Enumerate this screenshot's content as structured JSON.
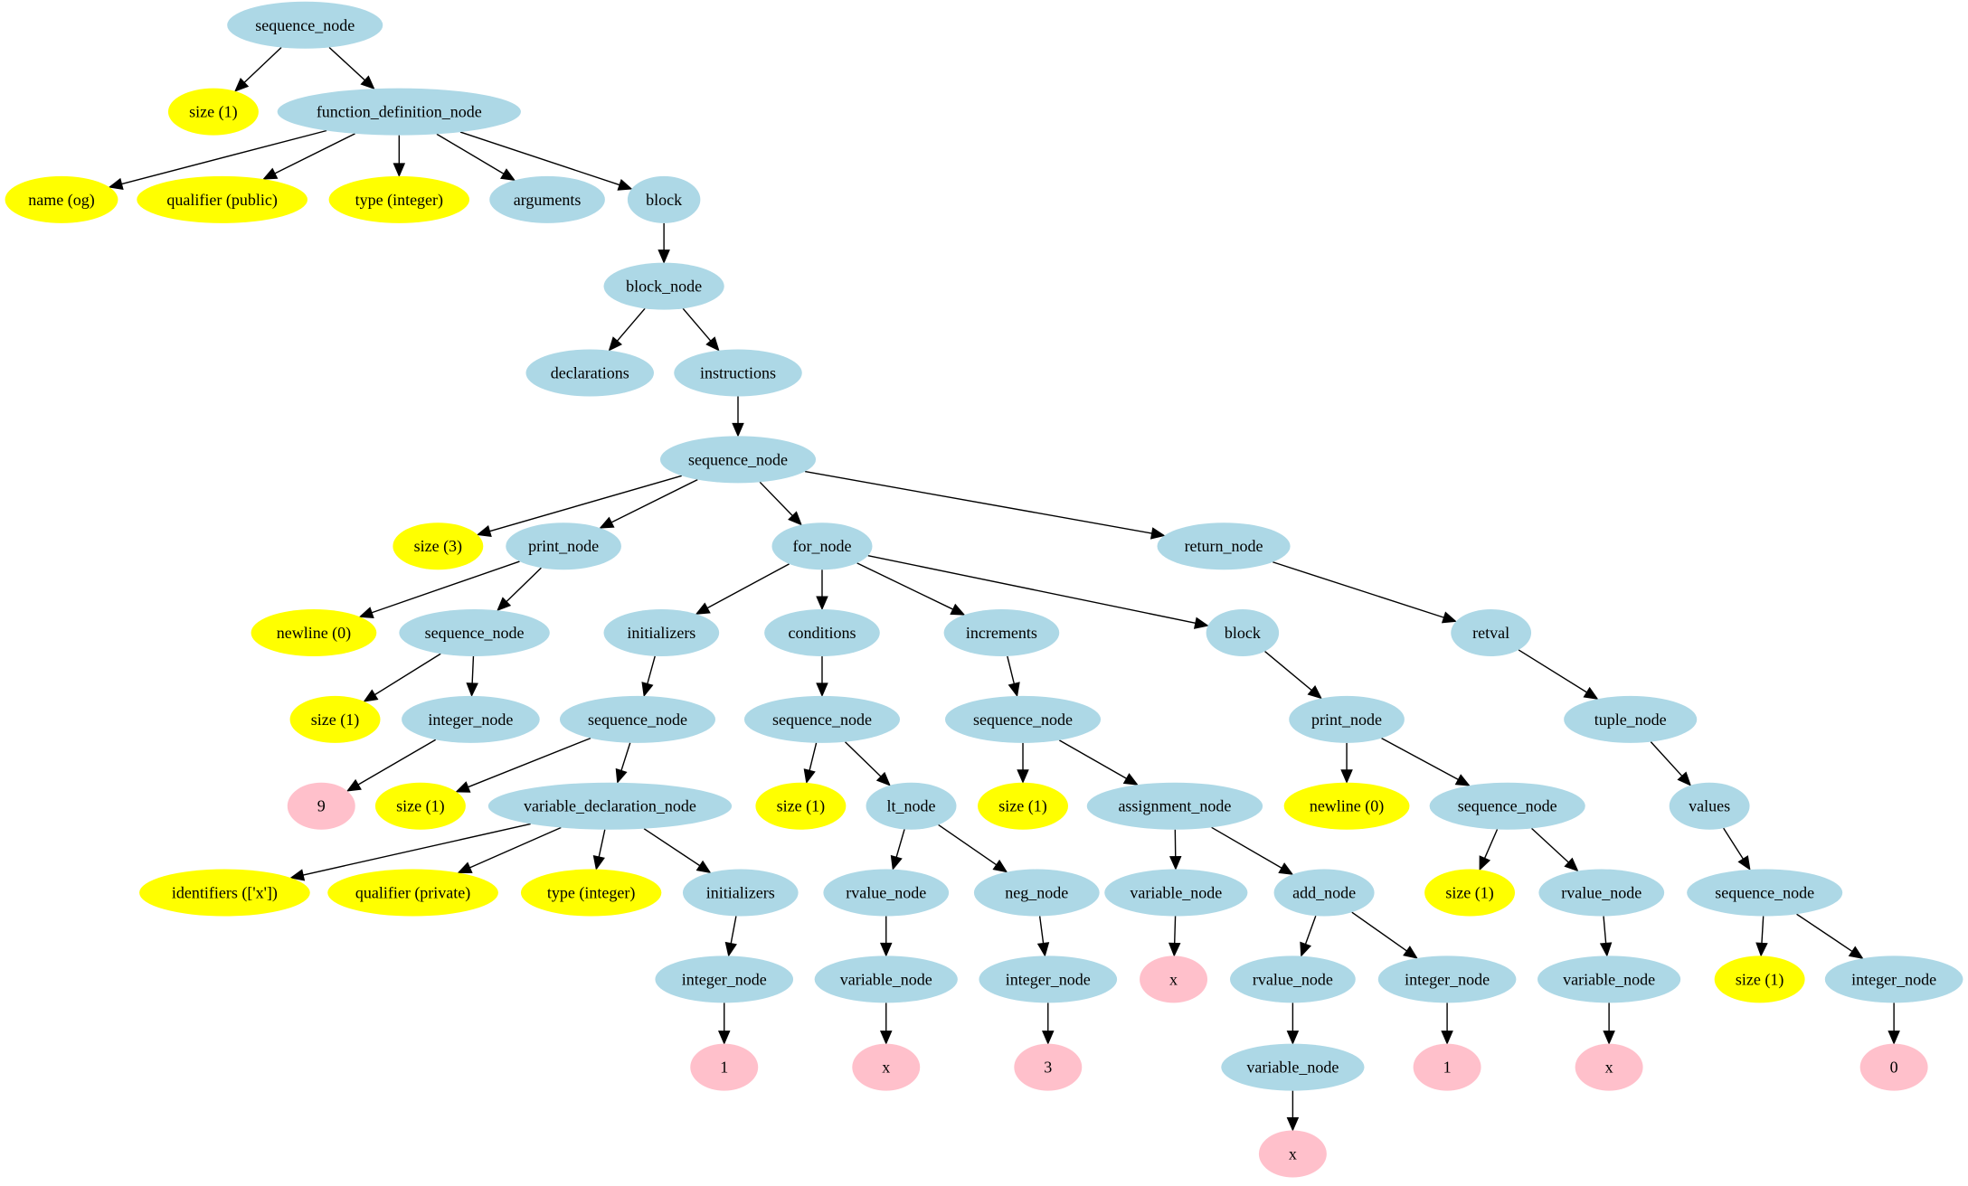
{
  "colors": {
    "node": "#add8e6",
    "attribute": "#ffff00",
    "literal": "#ffc0cb",
    "edge": "#000000"
  },
  "nodes": [
    {
      "id": "n_seq_root",
      "label": "sequence_node",
      "kind": "node"
    },
    {
      "id": "n_size_root",
      "label": "size (1)",
      "kind": "attribute"
    },
    {
      "id": "n_funcdef",
      "label": "function_definition_node",
      "kind": "node"
    },
    {
      "id": "n_name",
      "label": "name (og)",
      "kind": "attribute"
    },
    {
      "id": "n_qual_pub",
      "label": "qualifier (public)",
      "kind": "attribute"
    },
    {
      "id": "n_type_int",
      "label": "type (integer)",
      "kind": "attribute"
    },
    {
      "id": "n_arguments",
      "label": "arguments",
      "kind": "node"
    },
    {
      "id": "n_block",
      "label": "block",
      "kind": "node"
    },
    {
      "id": "n_block_node",
      "label": "block_node",
      "kind": "node"
    },
    {
      "id": "n_declarations",
      "label": "declarations",
      "kind": "node"
    },
    {
      "id": "n_instructions",
      "label": "instructions",
      "kind": "node"
    },
    {
      "id": "n_seq_main",
      "label": "sequence_node",
      "kind": "node"
    },
    {
      "id": "n_size3",
      "label": "size (3)",
      "kind": "attribute"
    },
    {
      "id": "n_print1",
      "label": "print_node",
      "kind": "node"
    },
    {
      "id": "n_for",
      "label": "for_node",
      "kind": "node"
    },
    {
      "id": "n_return",
      "label": "return_node",
      "kind": "node"
    },
    {
      "id": "n_newline1",
      "label": "newline (0)",
      "kind": "attribute"
    },
    {
      "id": "n_seq_p1",
      "label": "sequence_node",
      "kind": "node"
    },
    {
      "id": "n_initializers",
      "label": "initializers",
      "kind": "node"
    },
    {
      "id": "n_conditions",
      "label": "conditions",
      "kind": "node"
    },
    {
      "id": "n_increments",
      "label": "increments",
      "kind": "node"
    },
    {
      "id": "n_for_block",
      "label": "block",
      "kind": "node"
    },
    {
      "id": "n_retval",
      "label": "retval",
      "kind": "node"
    },
    {
      "id": "n_size_p1",
      "label": "size (1)",
      "kind": "attribute"
    },
    {
      "id": "n_int_p1",
      "label": "integer_node",
      "kind": "node"
    },
    {
      "id": "n_seq_init",
      "label": "sequence_node",
      "kind": "node"
    },
    {
      "id": "n_seq_cond",
      "label": "sequence_node",
      "kind": "node"
    },
    {
      "id": "n_seq_inc",
      "label": "sequence_node",
      "kind": "node"
    },
    {
      "id": "n_print2",
      "label": "print_node",
      "kind": "node"
    },
    {
      "id": "n_tuple",
      "label": "tuple_node",
      "kind": "node"
    },
    {
      "id": "n_lit9",
      "label": "9",
      "kind": "literal"
    },
    {
      "id": "n_size_init",
      "label": "size (1)",
      "kind": "attribute"
    },
    {
      "id": "n_vardecl",
      "label": "variable_declaration_node",
      "kind": "node"
    },
    {
      "id": "n_size_cond",
      "label": "size (1)",
      "kind": "attribute"
    },
    {
      "id": "n_lt",
      "label": "lt_node",
      "kind": "node"
    },
    {
      "id": "n_size_inc",
      "label": "size (1)",
      "kind": "attribute"
    },
    {
      "id": "n_assign",
      "label": "assignment_node",
      "kind": "node"
    },
    {
      "id": "n_newline2",
      "label": "newline (0)",
      "kind": "attribute"
    },
    {
      "id": "n_seq_p2",
      "label": "sequence_node",
      "kind": "node"
    },
    {
      "id": "n_values",
      "label": "values",
      "kind": "node"
    },
    {
      "id": "n_identifiers",
      "label": "identifiers (['x'])",
      "kind": "attribute"
    },
    {
      "id": "n_qual_priv",
      "label": "qualifier (private)",
      "kind": "attribute"
    },
    {
      "id": "n_type_int2",
      "label": "type (integer)",
      "kind": "attribute"
    },
    {
      "id": "n_var_inits",
      "label": "initializers",
      "kind": "node"
    },
    {
      "id": "n_rvalue1",
      "label": "rvalue_node",
      "kind": "node"
    },
    {
      "id": "n_neg",
      "label": "neg_node",
      "kind": "node"
    },
    {
      "id": "n_var_assign",
      "label": "variable_node",
      "kind": "node"
    },
    {
      "id": "n_add",
      "label": "add_node",
      "kind": "node"
    },
    {
      "id": "n_size_p2",
      "label": "size (1)",
      "kind": "attribute"
    },
    {
      "id": "n_rvalue_p2",
      "label": "rvalue_node",
      "kind": "node"
    },
    {
      "id": "n_seq_vals",
      "label": "sequence_node",
      "kind": "node"
    },
    {
      "id": "n_int_init",
      "label": "integer_node",
      "kind": "node"
    },
    {
      "id": "n_var_lt",
      "label": "variable_node",
      "kind": "node"
    },
    {
      "id": "n_int_neg",
      "label": "integer_node",
      "kind": "node"
    },
    {
      "id": "n_lit_x_assign",
      "label": "x",
      "kind": "literal"
    },
    {
      "id": "n_rvalue_add",
      "label": "rvalue_node",
      "kind": "node"
    },
    {
      "id": "n_int_add",
      "label": "integer_node",
      "kind": "node"
    },
    {
      "id": "n_var_p2",
      "label": "variable_node",
      "kind": "node"
    },
    {
      "id": "n_size_vals",
      "label": "size (1)",
      "kind": "attribute"
    },
    {
      "id": "n_int_vals",
      "label": "integer_node",
      "kind": "node"
    },
    {
      "id": "n_lit1_init",
      "label": "1",
      "kind": "literal"
    },
    {
      "id": "n_lit_x_lt",
      "label": "x",
      "kind": "literal"
    },
    {
      "id": "n_lit3",
      "label": "3",
      "kind": "literal"
    },
    {
      "id": "n_var_add",
      "label": "variable_node",
      "kind": "node"
    },
    {
      "id": "n_lit1_add",
      "label": "1",
      "kind": "literal"
    },
    {
      "id": "n_lit_x_p2",
      "label": "x",
      "kind": "literal"
    },
    {
      "id": "n_lit0",
      "label": "0",
      "kind": "literal"
    },
    {
      "id": "n_lit_x_add",
      "label": "x",
      "kind": "literal"
    }
  ],
  "edges": [
    [
      "n_seq_root",
      "n_size_root"
    ],
    [
      "n_seq_root",
      "n_funcdef"
    ],
    [
      "n_funcdef",
      "n_name"
    ],
    [
      "n_funcdef",
      "n_qual_pub"
    ],
    [
      "n_funcdef",
      "n_type_int"
    ],
    [
      "n_funcdef",
      "n_arguments"
    ],
    [
      "n_funcdef",
      "n_block"
    ],
    [
      "n_block",
      "n_block_node"
    ],
    [
      "n_block_node",
      "n_declarations"
    ],
    [
      "n_block_node",
      "n_instructions"
    ],
    [
      "n_instructions",
      "n_seq_main"
    ],
    [
      "n_seq_main",
      "n_size3"
    ],
    [
      "n_seq_main",
      "n_print1"
    ],
    [
      "n_seq_main",
      "n_for"
    ],
    [
      "n_seq_main",
      "n_return"
    ],
    [
      "n_print1",
      "n_newline1"
    ],
    [
      "n_print1",
      "n_seq_p1"
    ],
    [
      "n_seq_p1",
      "n_size_p1"
    ],
    [
      "n_seq_p1",
      "n_int_p1"
    ],
    [
      "n_int_p1",
      "n_lit9"
    ],
    [
      "n_for",
      "n_initializers"
    ],
    [
      "n_for",
      "n_conditions"
    ],
    [
      "n_for",
      "n_increments"
    ],
    [
      "n_for",
      "n_for_block"
    ],
    [
      "n_initializers",
      "n_seq_init"
    ],
    [
      "n_seq_init",
      "n_size_init"
    ],
    [
      "n_seq_init",
      "n_vardecl"
    ],
    [
      "n_vardecl",
      "n_identifiers"
    ],
    [
      "n_vardecl",
      "n_qual_priv"
    ],
    [
      "n_vardecl",
      "n_type_int2"
    ],
    [
      "n_vardecl",
      "n_var_inits"
    ],
    [
      "n_var_inits",
      "n_int_init"
    ],
    [
      "n_int_init",
      "n_lit1_init"
    ],
    [
      "n_conditions",
      "n_seq_cond"
    ],
    [
      "n_seq_cond",
      "n_size_cond"
    ],
    [
      "n_seq_cond",
      "n_lt"
    ],
    [
      "n_lt",
      "n_rvalue1"
    ],
    [
      "n_lt",
      "n_neg"
    ],
    [
      "n_rvalue1",
      "n_var_lt"
    ],
    [
      "n_var_lt",
      "n_lit_x_lt"
    ],
    [
      "n_neg",
      "n_int_neg"
    ],
    [
      "n_int_neg",
      "n_lit3"
    ],
    [
      "n_increments",
      "n_seq_inc"
    ],
    [
      "n_seq_inc",
      "n_size_inc"
    ],
    [
      "n_seq_inc",
      "n_assign"
    ],
    [
      "n_assign",
      "n_var_assign"
    ],
    [
      "n_assign",
      "n_add"
    ],
    [
      "n_var_assign",
      "n_lit_x_assign"
    ],
    [
      "n_add",
      "n_rvalue_add"
    ],
    [
      "n_add",
      "n_int_add"
    ],
    [
      "n_rvalue_add",
      "n_var_add"
    ],
    [
      "n_var_add",
      "n_lit_x_add"
    ],
    [
      "n_int_add",
      "n_lit1_add"
    ],
    [
      "n_for_block",
      "n_print2"
    ],
    [
      "n_print2",
      "n_newline2"
    ],
    [
      "n_print2",
      "n_seq_p2"
    ],
    [
      "n_seq_p2",
      "n_size_p2"
    ],
    [
      "n_seq_p2",
      "n_rvalue_p2"
    ],
    [
      "n_rvalue_p2",
      "n_var_p2"
    ],
    [
      "n_var_p2",
      "n_lit_x_p2"
    ],
    [
      "n_return",
      "n_retval"
    ],
    [
      "n_retval",
      "n_tuple"
    ],
    [
      "n_tuple",
      "n_values"
    ],
    [
      "n_values",
      "n_seq_vals"
    ],
    [
      "n_seq_vals",
      "n_size_vals"
    ],
    [
      "n_seq_vals",
      "n_int_vals"
    ],
    [
      "n_int_vals",
      "n_lit0"
    ]
  ]
}
